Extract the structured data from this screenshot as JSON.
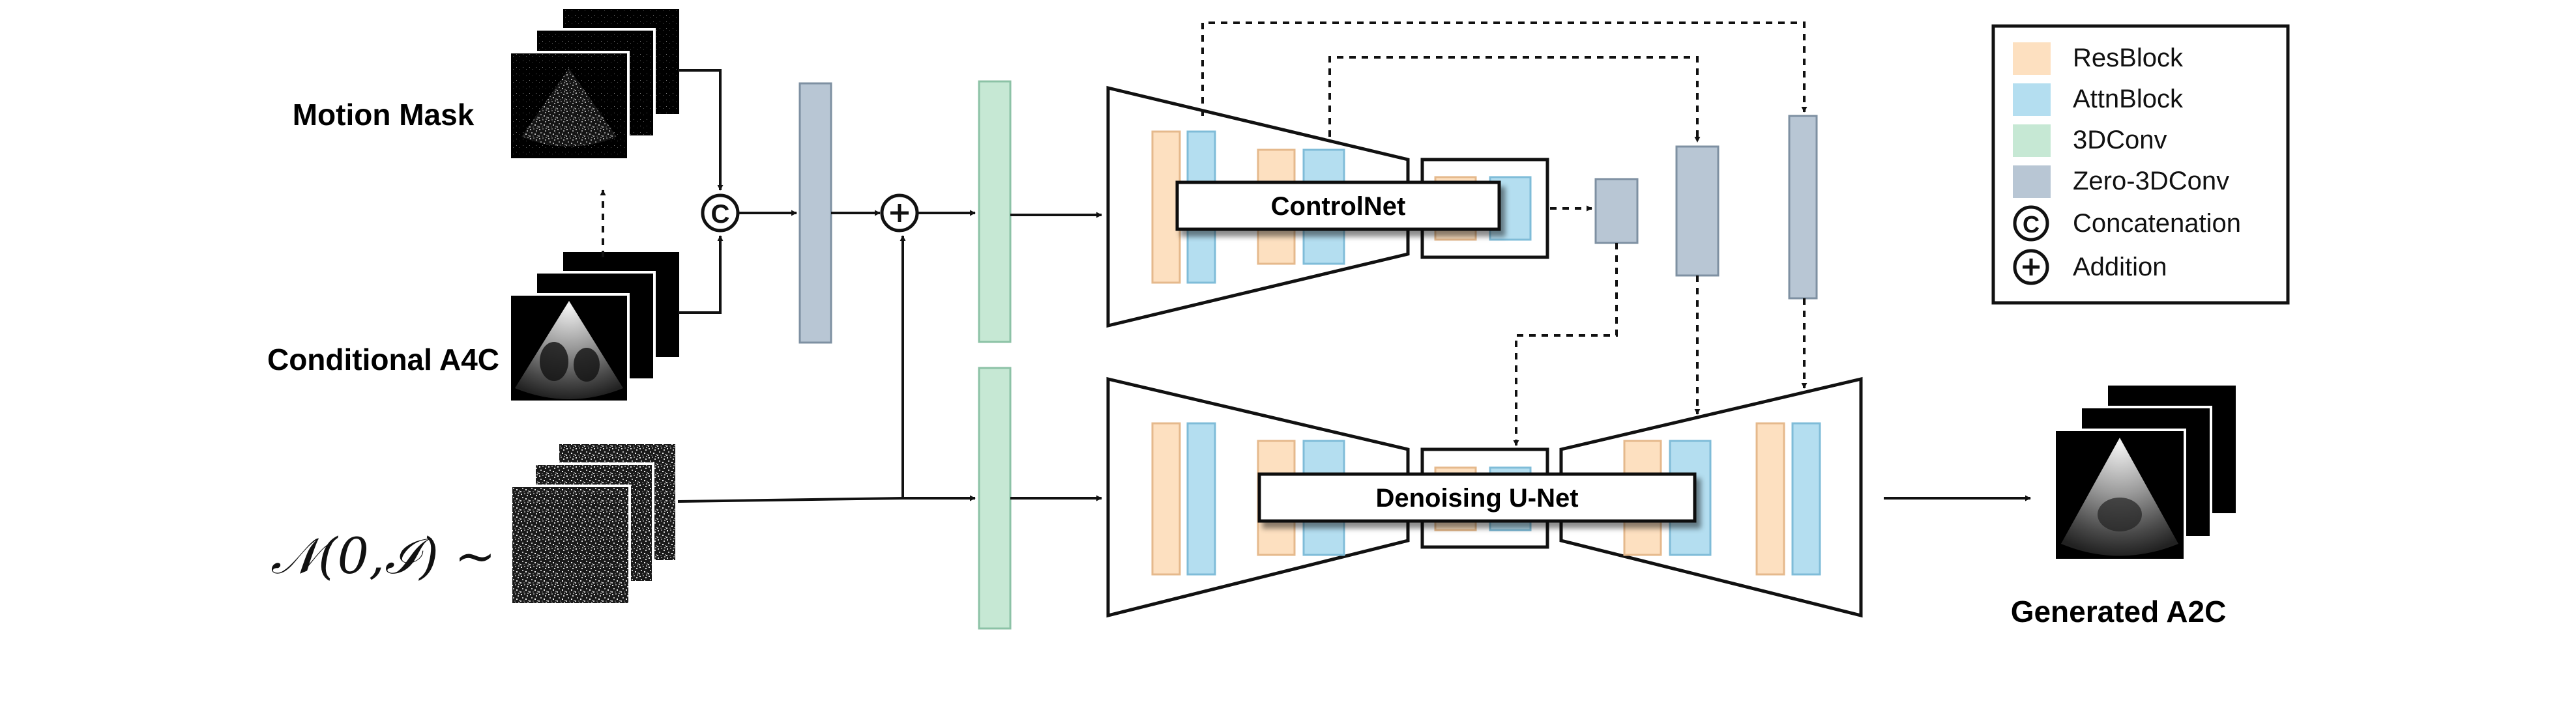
{
  "labels": {
    "motion_mask": "Motion Mask",
    "conditional_a4c": "Conditional A4C",
    "noise": "𝒩(0,ℐ) ~",
    "generated_a2c": "Generated A2C",
    "controlnet": "ControlNet",
    "denoising_unet": "Denoising U-Net"
  },
  "operators": {
    "concat_symbol": "C",
    "add_symbol": "+"
  },
  "legend": {
    "items": [
      {
        "label": "ResBlock",
        "color": "#fde0c0"
      },
      {
        "label": "AttnBlock",
        "color": "#b4def0"
      },
      {
        "label": "3DConv",
        "color": "#c6e8d4"
      },
      {
        "label": "Zero-3DConv",
        "color": "#b8c6d4"
      },
      {
        "label": "Concatenation",
        "symbol": "C"
      },
      {
        "label": "Addition",
        "symbol": "+"
      }
    ]
  },
  "colors": {
    "resblock": "#fde0c0",
    "attnblock": "#b4def0",
    "conv3d": "#c6e8d4",
    "zero_conv3d": "#b8c6d4",
    "stroke": "#111111"
  }
}
